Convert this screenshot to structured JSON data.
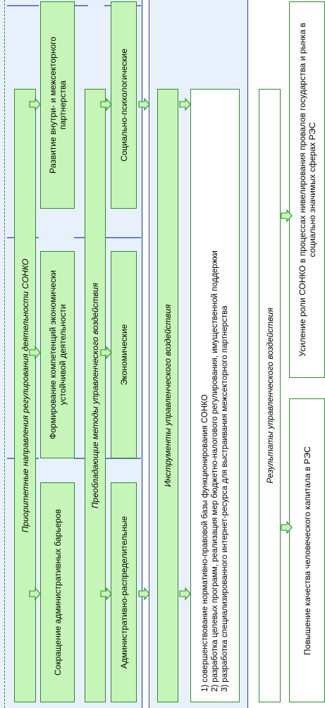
{
  "colors": {
    "band_fill": "#e8f1fb",
    "box_fill": "#c6f5b8",
    "box_border": "#2e8b2e",
    "blue_line": "#1f3fa8",
    "dashed_line": "#2e8b2e"
  },
  "diagram": {
    "priority_header": "Приоритетные направления регулирования деятельности СОНКО",
    "priority_items": [
      "Сокращение административных барьеров",
      "Формирование компетенций экономически устойчивой деятельности",
      "Развитие внутри- и межсекторного партнерства"
    ],
    "methods_header": "Преобладающие методы управленческого воздействия",
    "methods_items": [
      "Административно-распределительные",
      "Экономические",
      "Социально-психологические"
    ],
    "tools_header": "Инструменты управленческого воздействия",
    "tools_lines": [
      "1) совершенствование нормативно-правовой базы функционирования СОНКО",
      "2) разработка целевых программ, реализация мер бюджетно-налогового регулирования, имущественной поддержки",
      "3) разработка специализированного интернет-ресурса для выстраивания межсекторного партнерства"
    ],
    "results_header": "Результаты управленческого воздействия",
    "results_items": [
      "Повышение качества человеческого капитала в РЭС",
      "Усиление роли СОНКО в процессах нивелирования провалов государства и рынка в социально значимых сферах РЭС"
    ]
  }
}
